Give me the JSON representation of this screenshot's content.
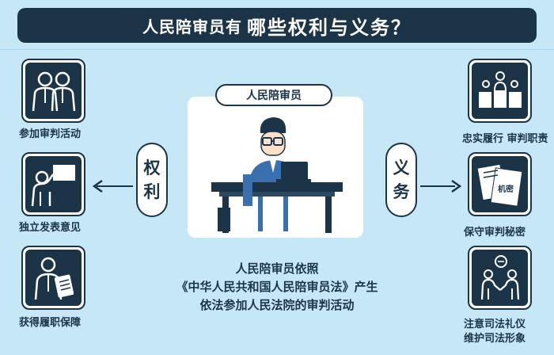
{
  "header": {
    "title_part1": "人民陪审员有",
    "title_part2": "哪些权利与义务？"
  },
  "center": {
    "tag": "人民陪审员",
    "description": [
      "人民陪审员依照",
      "《中华人民共和国人民陪审员法》产生",
      "依法参加人民法院的审判活动"
    ]
  },
  "rights": {
    "label_chars": [
      "权",
      "利"
    ],
    "items": [
      {
        "label": "参加审判活动",
        "icon": "two-people-icon"
      },
      {
        "label": "独立发表意见",
        "icon": "speaker-board-icon"
      },
      {
        "label": "获得履职保障",
        "icon": "person-document-icon"
      }
    ]
  },
  "duties": {
    "label_chars": [
      "义",
      "务"
    ],
    "items": [
      {
        "label": "忠实履行 审判职责",
        "icon": "court-bench-icon"
      },
      {
        "label": "保守审判秘密",
        "icon": "confidential-document-icon",
        "stamp": "机密"
      },
      {
        "label_lines": [
          "注意司法礼仪",
          "维护司法形象"
        ],
        "icon": "handshake-icon"
      }
    ]
  },
  "colors": {
    "background": "#c6e7f6",
    "navy": "#1c3447",
    "accent": "#3a6fb0"
  }
}
